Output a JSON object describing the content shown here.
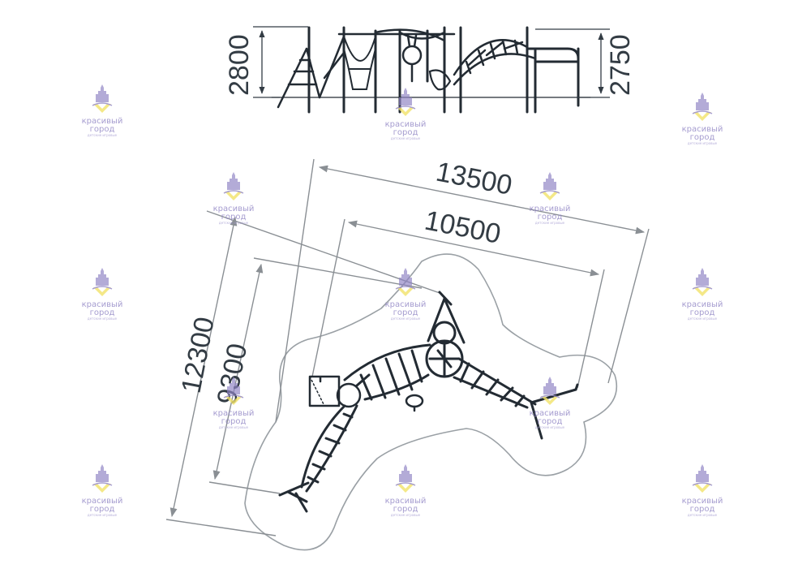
{
  "dimensions": {
    "elevation_height_left": "2800",
    "elevation_height_right": "2750",
    "overall_length": "13500",
    "inner_length": "10500",
    "overall_width": "12300",
    "inner_width": "9300"
  },
  "watermark": {
    "brand_line1": "красивый",
    "brand_line2": "город",
    "tagline": "детские игровые"
  },
  "colors": {
    "structure": "#232b33",
    "dimension_line": "#8a8f94",
    "dimension_text": "#333c44",
    "safety_zone": "#9aa0a5",
    "watermark_purple": "#8f84c4",
    "watermark_yellow": "#f2e36a"
  },
  "icons": [
    "city-logo-icon"
  ]
}
